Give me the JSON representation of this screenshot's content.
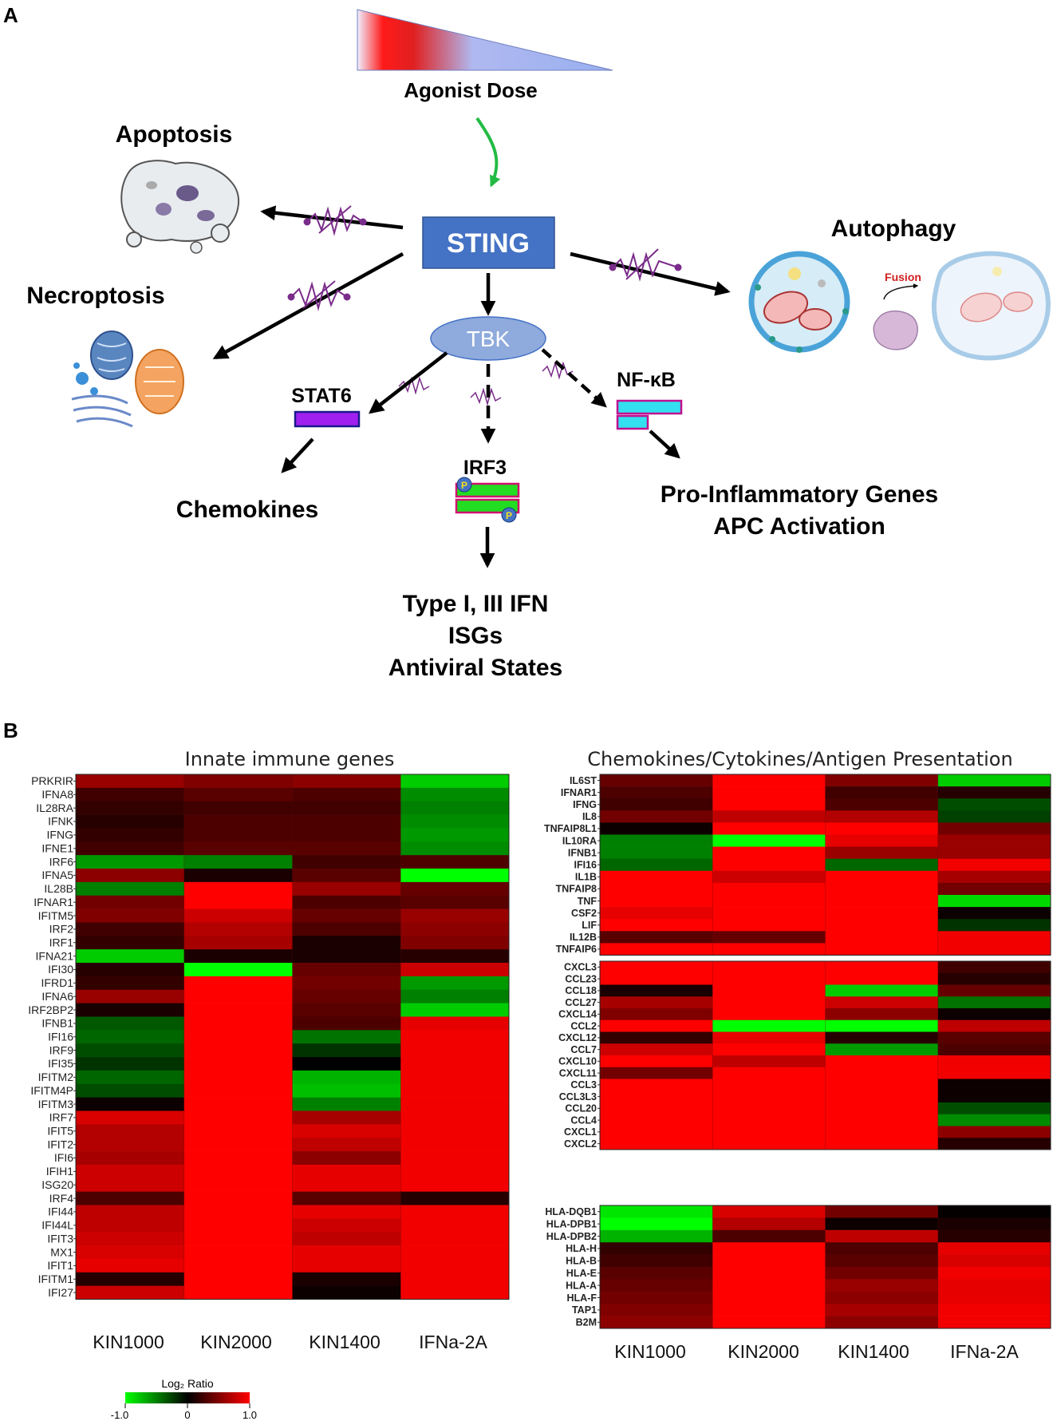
{
  "panelA": {
    "label": "A",
    "agonist_dose": "Agonist Dose",
    "sting": "STING",
    "tbk": "TBK",
    "apoptosis": "Apoptosis",
    "necroptosis": "Necroptosis",
    "autophagy": "Autophagy",
    "fusion": "Fusion",
    "stat6": "STAT6",
    "irf3": "IRF3",
    "nfkb": "NF-κB",
    "phospho": "P",
    "chemokines": "Chemokines",
    "proinflammatory": "Pro-Inflammatory Genes",
    "apc_activation": "APC Activation",
    "ifn_line1": "Type I, III IFN",
    "ifn_line2": "ISGs",
    "ifn_line3": "Antiviral States",
    "colors": {
      "sting_box": "#4472c4",
      "tbk_ellipse": "#8faadc",
      "stat6": "#a020f0",
      "irf3": "#22dd22",
      "nfkb": "#33e0f0",
      "wave": "#7a2c8a"
    }
  },
  "panelB": {
    "label": "B",
    "columns": [
      "KIN1000",
      "KIN2000",
      "KIN1400",
      "IFNa-2A"
    ],
    "legend": {
      "title": "Log₂ Ratio",
      "ticks": [
        "-1.0",
        "0",
        "1.0"
      ]
    },
    "heatmaps": [
      {
        "title": "Innate immune genes",
        "genes": [
          "PRKRIR",
          "IFNA8",
          "IL28RA",
          "IFNK",
          "IFNG",
          "IFNE1",
          "IRF6",
          "IFNA5",
          "IL28B",
          "IFNAR1",
          "IFITM5",
          "IRF2",
          "IRF1",
          "IFNA21",
          "IFI30",
          "IFRD1",
          "IFNA6",
          "IRF2BP2",
          "IFNB1",
          "IFI16",
          "IRF9",
          "IFI35",
          "IFITM2",
          "IFITM4P",
          "IFITM3",
          "IRF7",
          "IFIT5",
          "IFIT2",
          "IFI6",
          "IFIH1",
          "ISG20",
          "IRF4",
          "IFI44",
          "IFI44L",
          "IFIT3",
          "MX1",
          "IFIT1",
          "IFITM1",
          "IFI27"
        ],
        "values": [
          [
            0.6,
            0.5,
            0.55,
            -0.8
          ],
          [
            0.25,
            0.35,
            0.3,
            -0.55
          ],
          [
            0.2,
            0.25,
            0.25,
            -0.5
          ],
          [
            0.15,
            0.3,
            0.3,
            -0.55
          ],
          [
            0.2,
            0.3,
            0.3,
            -0.6
          ],
          [
            0.25,
            0.35,
            0.35,
            -0.55
          ],
          [
            -0.6,
            -0.5,
            0.25,
            0.3
          ],
          [
            0.55,
            0.1,
            0.35,
            -1.0
          ],
          [
            -0.5,
            1.0,
            0.6,
            0.4
          ],
          [
            0.45,
            1.0,
            0.3,
            0.35
          ],
          [
            0.5,
            0.8,
            0.4,
            0.6
          ],
          [
            0.25,
            0.7,
            0.3,
            0.55
          ],
          [
            0.2,
            0.65,
            0.1,
            0.5
          ],
          [
            -0.8,
            0.1,
            0.1,
            0.15
          ],
          [
            0.15,
            -1.0,
            0.4,
            0.8
          ],
          [
            0.2,
            1.0,
            0.45,
            -0.6
          ],
          [
            0.6,
            1.0,
            0.4,
            -0.5
          ],
          [
            0.1,
            1.0,
            0.35,
            -0.8
          ],
          [
            -0.35,
            1.0,
            0.3,
            0.9
          ],
          [
            -0.4,
            1.0,
            -0.45,
            0.95
          ],
          [
            -0.3,
            1.0,
            -0.2,
            0.95
          ],
          [
            -0.2,
            1.0,
            0.0,
            0.95
          ],
          [
            -0.4,
            1.0,
            -0.7,
            0.95
          ],
          [
            -0.3,
            1.0,
            -0.75,
            0.95
          ],
          [
            0.05,
            1.0,
            -0.5,
            0.95
          ],
          [
            0.85,
            1.0,
            0.65,
            0.95
          ],
          [
            0.7,
            1.0,
            0.85,
            0.95
          ],
          [
            0.7,
            1.0,
            0.75,
            0.95
          ],
          [
            0.65,
            1.0,
            0.55,
            0.95
          ],
          [
            0.8,
            1.0,
            0.9,
            0.95
          ],
          [
            0.8,
            1.0,
            0.9,
            0.95
          ],
          [
            0.3,
            1.0,
            0.35,
            0.15
          ],
          [
            0.75,
            1.0,
            0.9,
            0.95
          ],
          [
            0.75,
            1.0,
            0.8,
            0.95
          ],
          [
            0.8,
            1.0,
            0.75,
            0.95
          ],
          [
            0.85,
            1.0,
            0.9,
            0.95
          ],
          [
            0.9,
            1.0,
            0.9,
            0.95
          ],
          [
            0.15,
            1.0,
            0.1,
            0.95
          ],
          [
            0.8,
            1.0,
            0.05,
            0.95
          ]
        ]
      },
      {
        "title": "Chemokines/Cytokines/Antigen Presentation",
        "genes": [
          "IL6ST",
          "IFNAR1",
          "IFNG",
          "IL8",
          "TNFAIP8L1",
          "IL10RA",
          "IFNB1",
          "IFI16",
          "IL1B",
          "TNFAIP8",
          "TNF",
          "CSF2",
          "LIF",
          "IL12B",
          "TNFAIP6"
        ],
        "values": [
          [
            0.4,
            1.0,
            0.5,
            -0.8
          ],
          [
            0.3,
            1.0,
            0.25,
            0.15
          ],
          [
            0.25,
            1.0,
            0.3,
            -0.3
          ],
          [
            0.45,
            0.75,
            0.7,
            -0.25
          ],
          [
            0.05,
            1.0,
            1.0,
            0.45
          ],
          [
            -0.5,
            -1.0,
            0.9,
            0.6
          ],
          [
            -0.5,
            1.0,
            0.6,
            0.6
          ],
          [
            -0.4,
            1.0,
            -0.4,
            0.95
          ],
          [
            1.0,
            0.8,
            1.0,
            0.65
          ],
          [
            1.0,
            1.0,
            1.0,
            0.45
          ],
          [
            1.0,
            1.0,
            1.0,
            -0.85
          ],
          [
            0.9,
            1.0,
            1.0,
            0.05
          ],
          [
            1.0,
            1.0,
            1.0,
            -0.2
          ],
          [
            0.35,
            0.4,
            1.0,
            0.95
          ],
          [
            1.0,
            1.0,
            1.0,
            0.95
          ]
        ]
      },
      {
        "genes": [
          "CXCL3",
          "CCL23",
          "CCL18",
          "CCL27",
          "CXCL14",
          "CCL2",
          "CXCL12",
          "CCL7",
          "CXCL10",
          "CXCL11",
          "CCL3",
          "CCL3L3",
          "CCL20",
          "CCL4",
          "CXCL1",
          "CXCL2"
        ],
        "values": [
          [
            1.0,
            1.0,
            1.0,
            0.25
          ],
          [
            1.0,
            1.0,
            1.0,
            0.15
          ],
          [
            0.1,
            1.0,
            -0.8,
            0.4
          ],
          [
            0.65,
            1.0,
            0.8,
            -0.45
          ],
          [
            0.5,
            1.0,
            0.55,
            0.05
          ],
          [
            1.0,
            -1.0,
            -1.0,
            0.75
          ],
          [
            0.2,
            0.9,
            0.15,
            0.35
          ],
          [
            0.8,
            1.0,
            -0.6,
            0.3
          ],
          [
            1.0,
            0.75,
            1.0,
            0.95
          ],
          [
            0.45,
            1.0,
            1.0,
            0.95
          ],
          [
            1.0,
            1.0,
            1.0,
            0.05
          ],
          [
            1.0,
            1.0,
            1.0,
            0.05
          ],
          [
            1.0,
            1.0,
            1.0,
            -0.3
          ],
          [
            1.0,
            1.0,
            1.0,
            -0.55
          ],
          [
            1.0,
            1.0,
            1.0,
            0.55
          ],
          [
            1.0,
            1.0,
            1.0,
            0.15
          ]
        ]
      },
      {
        "genes": [
          "HLA-DQB1",
          "HLA-DPB1",
          "HLA-DPB2",
          "HLA-H",
          "HLA-B",
          "HLA-E",
          "HLA-A",
          "HLA-F",
          "TAP1",
          "B2M"
        ],
        "values": [
          [
            -0.9,
            0.85,
            0.45,
            0.02
          ],
          [
            -1.0,
            0.7,
            0.05,
            0.1
          ],
          [
            -0.7,
            0.3,
            0.75,
            0.15
          ],
          [
            0.2,
            1.0,
            0.3,
            0.9
          ],
          [
            0.25,
            1.0,
            0.35,
            0.85
          ],
          [
            0.35,
            1.0,
            0.45,
            0.95
          ],
          [
            0.4,
            1.0,
            0.6,
            0.9
          ],
          [
            0.45,
            1.0,
            0.55,
            0.9
          ],
          [
            0.5,
            1.0,
            0.65,
            0.95
          ],
          [
            0.55,
            1.0,
            0.55,
            0.95
          ]
        ]
      }
    ]
  }
}
